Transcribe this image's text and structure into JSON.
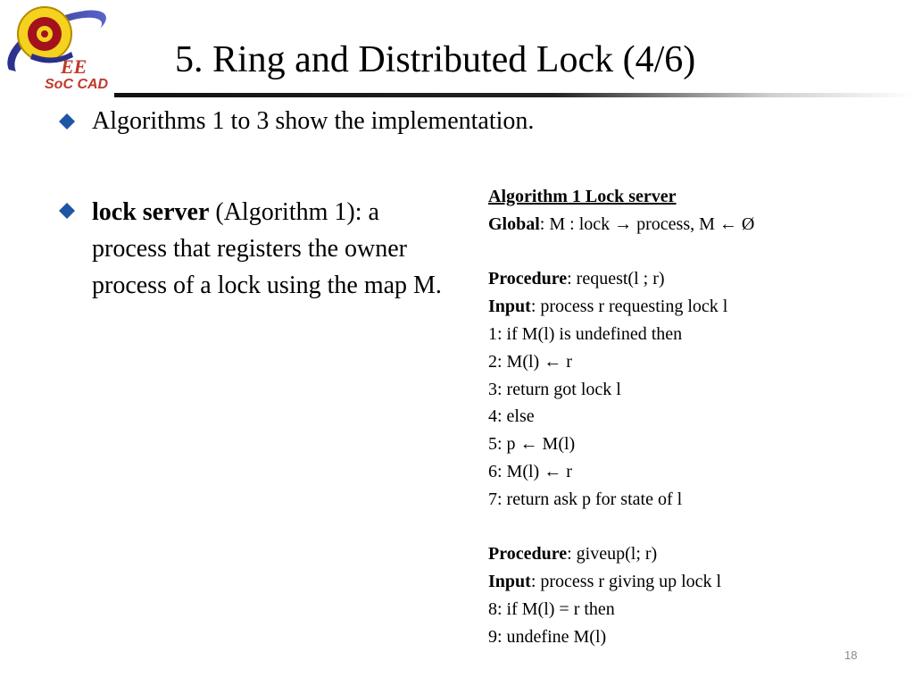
{
  "header": {
    "logo_text_top": "EE",
    "logo_text_bottom": "SoC CAD",
    "title": "5. Ring and Distributed Lock (4/6)"
  },
  "bullets": [
    {
      "text": "Algorithms 1 to 3 show the implementation."
    },
    {
      "bold": "lock server",
      "rest": " (Algorithm 1): a process that registers the owner process of a lock using the map M."
    }
  ],
  "algorithm": {
    "title": "Algorithm 1 Lock server",
    "global": {
      "label": "Global",
      "rest": ": M : lock → process, M ← Ø"
    },
    "request": {
      "proc_label": "Procedure",
      "proc_rest": ": request(l ; r)",
      "input_label": "Input",
      "input_rest": ": process r requesting lock l",
      "lines": [
        "1: if M(l) is undefined then",
        "2: M(l) ← r",
        "3: return got lock l",
        "4: else",
        "5: p ← M(l)",
        "6: M(l) ← r",
        "7: return ask p for state of l"
      ]
    },
    "giveup": {
      "proc_label": "Procedure",
      "proc_rest": ": giveup(l; r)",
      "input_label": "Input",
      "input_rest": ": process r giving up lock l",
      "lines": [
        "8: if M(l) = r then",
        "9: undefine M(l)"
      ]
    }
  },
  "footer": {
    "page_number": "18"
  },
  "colors": {
    "bullet": "#1f55a5",
    "page_number": "#8a8a8a"
  }
}
